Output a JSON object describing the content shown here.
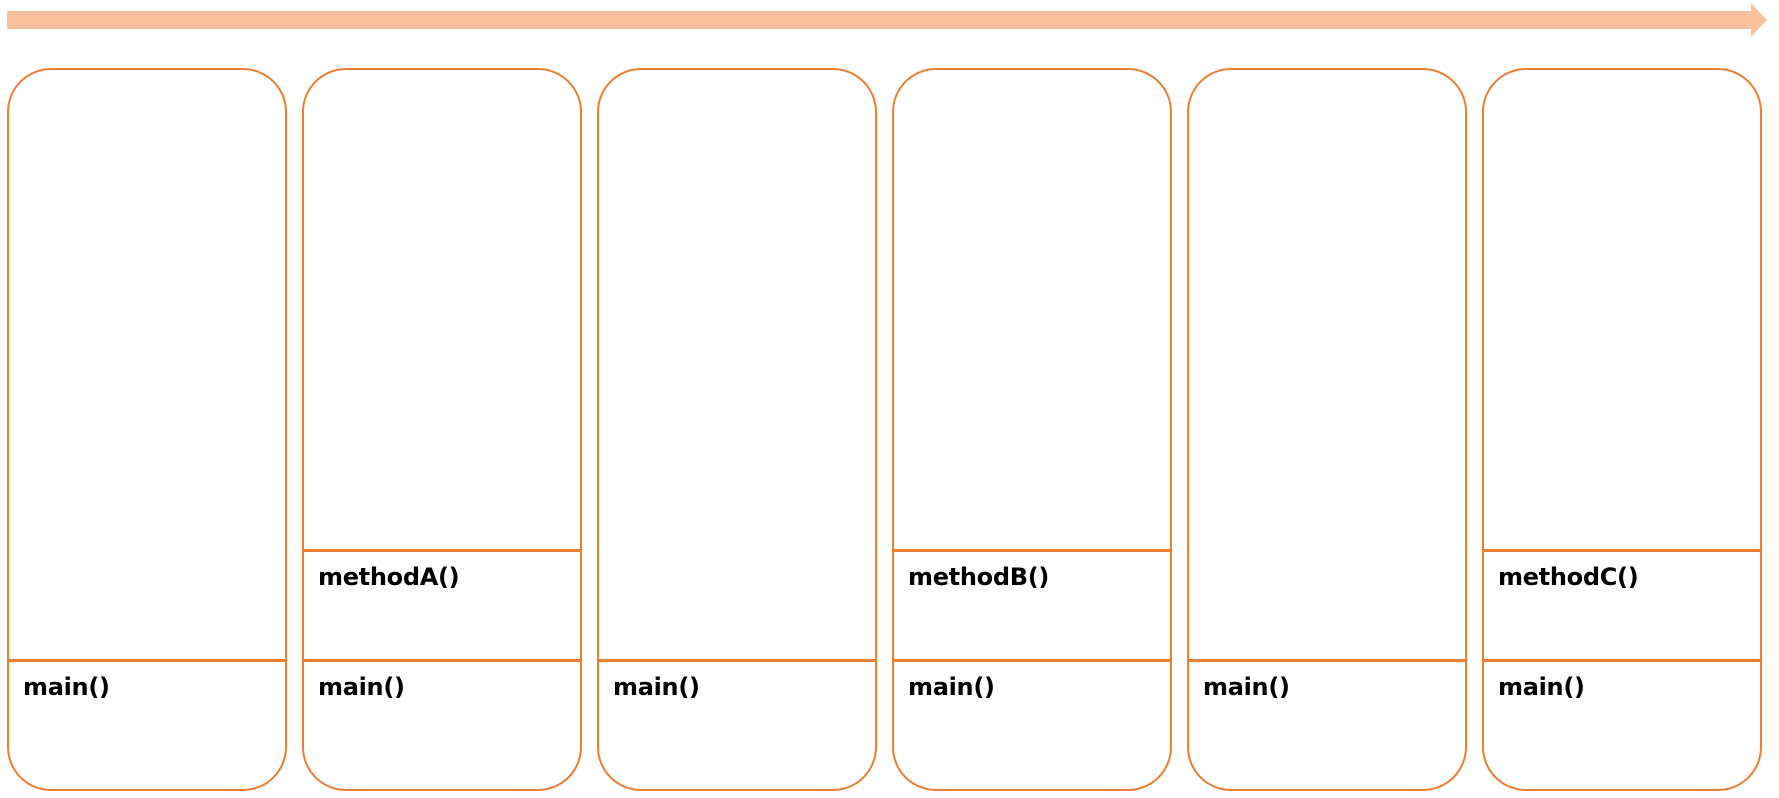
{
  "colors": {
    "stack_border": "#ed7d31",
    "timeline_arrow": "#f8c09d",
    "label_text": "#000000"
  },
  "timeline": {
    "icon": "right-arrow-icon"
  },
  "stacks": [
    {
      "frames": [
        "main()"
      ]
    },
    {
      "frames": [
        "main()",
        "methodA()"
      ]
    },
    {
      "frames": [
        "main()"
      ]
    },
    {
      "frames": [
        "main()",
        "methodB()"
      ]
    },
    {
      "frames": [
        "main()"
      ]
    },
    {
      "frames": [
        "main()",
        "methodC()"
      ]
    }
  ]
}
